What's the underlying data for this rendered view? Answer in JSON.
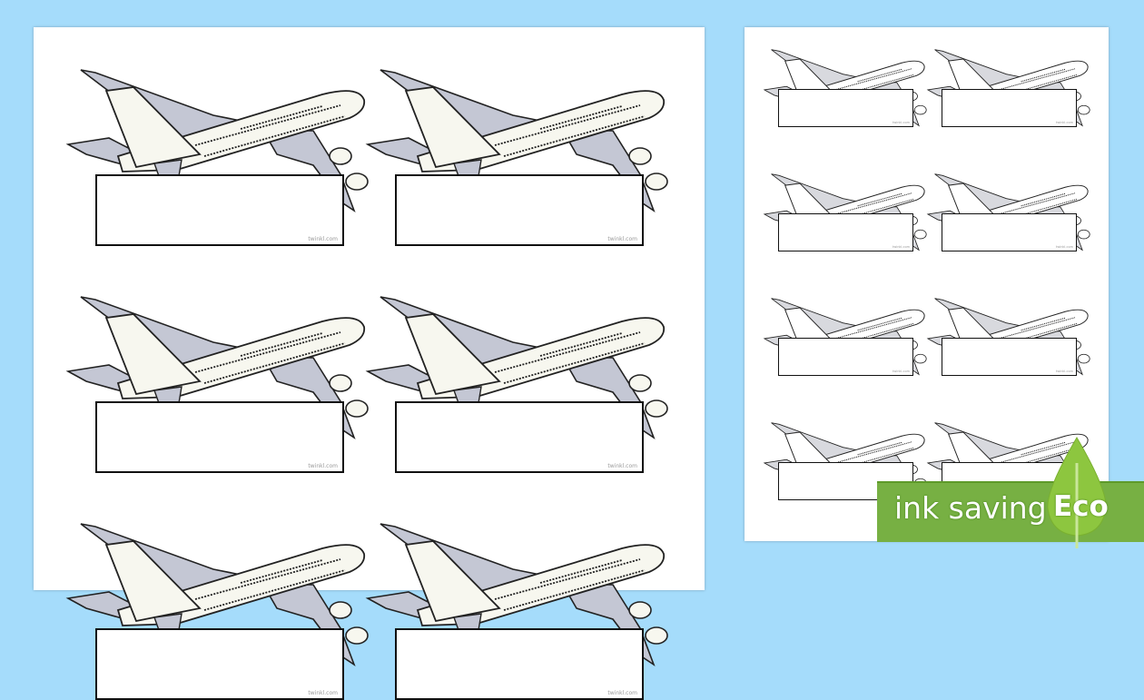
{
  "watermark": "twinkl.com",
  "eco_badge": {
    "label": "ink saving",
    "word": "Eco",
    "color": "#77b043",
    "leaf_color": "#8dc63f"
  },
  "colors": {
    "background": "#a5dcfb",
    "plane_body": "#f7f7ef",
    "plane_shade": "#c4c7d4"
  },
  "left_page": {
    "cards": 6,
    "style": "color"
  },
  "right_page": {
    "cards": 8,
    "style": "ink-saving"
  }
}
